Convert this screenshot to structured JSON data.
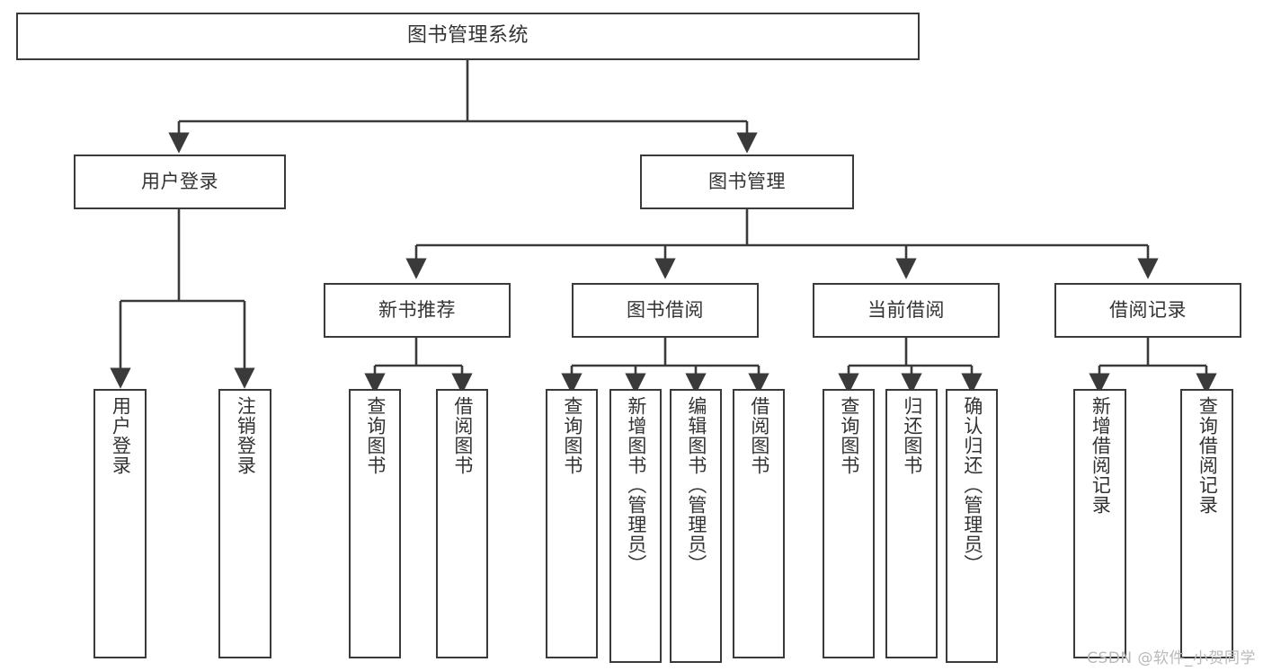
{
  "diagram": {
    "title": "图书管理系统",
    "type": "tree",
    "colors": {
      "border": "#3a3a3a",
      "text": "#333333",
      "background": "#ffffff",
      "edge": "#3a3a3a",
      "watermark": "#b9b9b9"
    },
    "nodes": {
      "root": {
        "label": "图书管理系统"
      },
      "level1": [
        {
          "id": "user-login",
          "label": "用户登录"
        },
        {
          "id": "book-management",
          "label": "图书管理"
        }
      ],
      "level2": [
        {
          "id": "new-book-recommend",
          "label": "新书推荐"
        },
        {
          "id": "book-borrow",
          "label": "图书借阅"
        },
        {
          "id": "current-borrow",
          "label": "当前借阅"
        },
        {
          "id": "borrow-record",
          "label": "借阅记录"
        }
      ],
      "leaves": {
        "user-login": [
          {
            "id": "leaf-user-login",
            "label": "用户登录"
          },
          {
            "id": "leaf-logout",
            "label": "注销登录"
          }
        ],
        "new-book-recommend": [
          {
            "id": "leaf-query-book-1",
            "label": "查询图书"
          },
          {
            "id": "leaf-borrow-book-1",
            "label": "借阅图书"
          }
        ],
        "book-borrow": [
          {
            "id": "leaf-query-book-2",
            "label": "查询图书"
          },
          {
            "id": "leaf-add-book",
            "label": "新增图书（管理员）"
          },
          {
            "id": "leaf-edit-book",
            "label": "编辑图书（管理员）"
          },
          {
            "id": "leaf-borrow-book-2",
            "label": "借阅图书"
          }
        ],
        "current-borrow": [
          {
            "id": "leaf-query-book-3",
            "label": "查询图书"
          },
          {
            "id": "leaf-return-book",
            "label": "归还图书"
          },
          {
            "id": "leaf-confirm-return",
            "label": "确认归还（管理员）"
          }
        ],
        "borrow-record": [
          {
            "id": "leaf-add-record",
            "label": "新增借阅记录"
          },
          {
            "id": "leaf-query-record",
            "label": "查询借阅记录"
          }
        ]
      }
    },
    "watermark": "CSDN @软件_小贺同学"
  }
}
